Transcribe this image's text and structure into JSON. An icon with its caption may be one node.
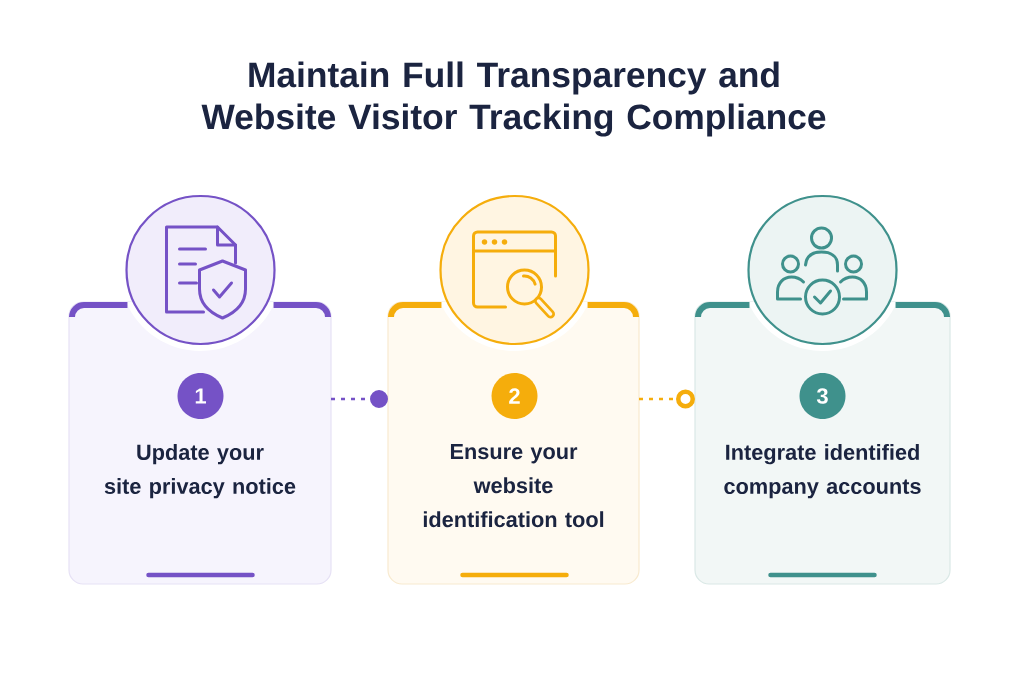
{
  "diagram": {
    "title": "Maintain Full Transparency and Website Visitor Tracking Compliance",
    "nodes": [
      {
        "text": [
          "Update your site privacy notice"
        ]
      },
      {
        "text": [
          "1"
        ],
        "in": 0
      },
      {
        "text": [
          "Ensure your website identification tool"
        ]
      },
      {
        "text": [
          "2"
        ],
        "in": 2
      },
      {
        "text": [
          "Integrate identified company accounts"
        ]
      },
      {
        "text": [
          "3"
        ],
        "in": 4
      }
    ],
    "edges": [
      {
        "from": 0,
        "to": 2,
        "arrow": "other",
        "style": "dashed",
        "color": "#7552c6"
      },
      {
        "from": 2,
        "to": 4,
        "arrow": "other",
        "style": "dashed",
        "color": "#f5ad0c"
      }
    ]
  }
}
